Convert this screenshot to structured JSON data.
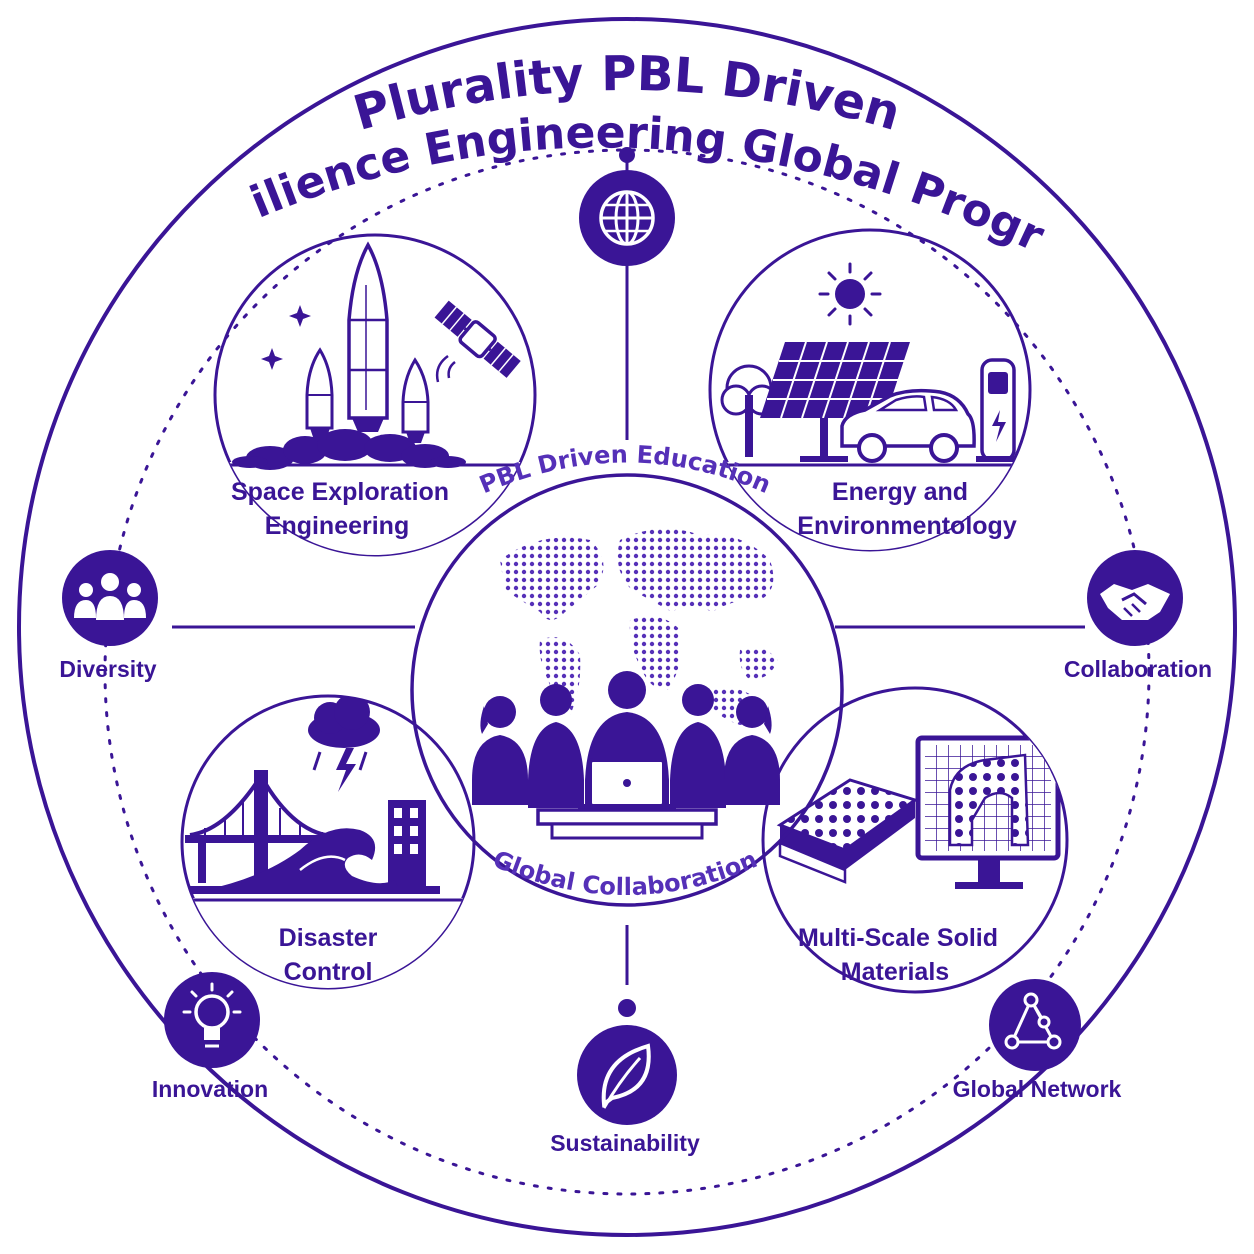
{
  "title": {
    "line1": "Plurality PBL Driven",
    "line2": "Resilience Engineering Global Program"
  },
  "center": {
    "top_label": "PBL Driven Education",
    "bottom_label": "Global Collaboration"
  },
  "quadrants": {
    "space": {
      "line1": "Space Exploration",
      "line2": "Engineering"
    },
    "energy": {
      "line1": "Energy and",
      "line2": "Environmentology"
    },
    "disaster": {
      "line1": "Disaster",
      "line2": "Control"
    },
    "materials": {
      "line1": "Multi-Scale Solid",
      "line2": "Materials"
    }
  },
  "nodes": {
    "diversity": "Diversity",
    "collaboration": "Collaboration",
    "innovation": "Innovation",
    "sustainability": "Sustainability",
    "global_network": "Global Network"
  },
  "icons": {
    "top": "globe-icon",
    "diversity": "people-icon",
    "collaboration": "handshake-icon",
    "innovation": "lightbulb-icon",
    "sustainability": "leaf-icon",
    "global_network": "network-icon"
  },
  "colors": {
    "primary": "#3a1596",
    "accent": "#5530b8",
    "background": "#ffffff"
  }
}
